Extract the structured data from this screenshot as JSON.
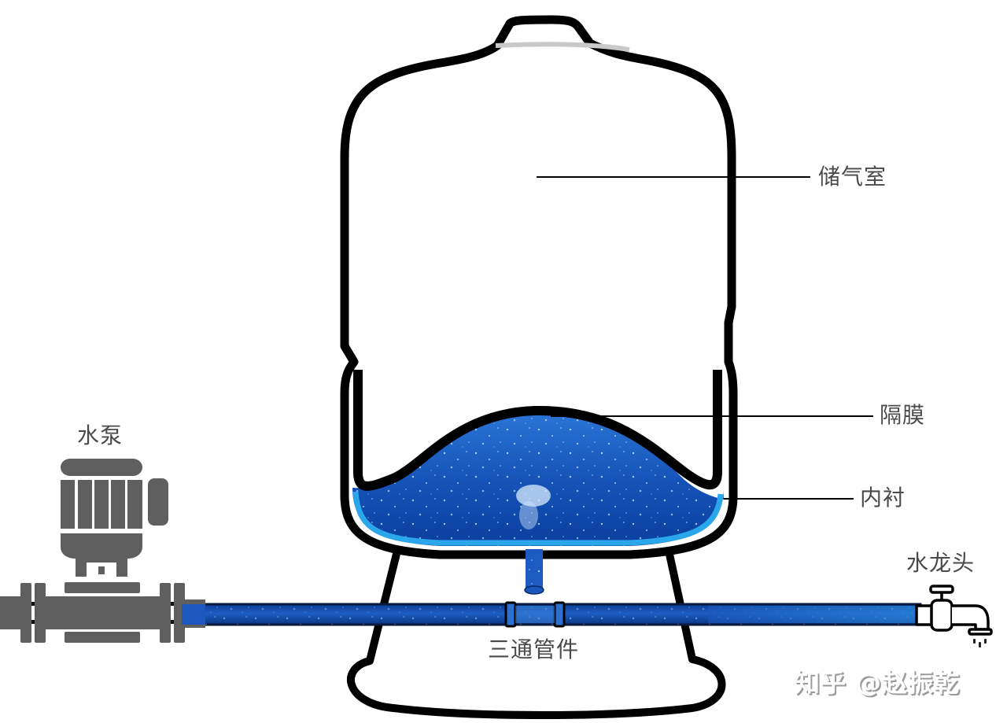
{
  "diagram": {
    "subject": "pressure tank water system",
    "colors": {
      "background": "#ffffff",
      "outline": "#000000",
      "water_dark": "#0b3f9e",
      "water_mid": "#1f63c9",
      "water_light": "#2aa0e6",
      "pump_gray": "#5f5f5f",
      "label_text": "#4a4a4a",
      "leader_line": "#000000"
    },
    "labels": {
      "air_chamber": "储气室",
      "diaphragm": "隔膜",
      "liner": "内衬",
      "pump": "水泵",
      "faucet": "水龙头",
      "tee_fitting": "三通管件"
    },
    "watermark": "知乎 @赵振乾"
  }
}
